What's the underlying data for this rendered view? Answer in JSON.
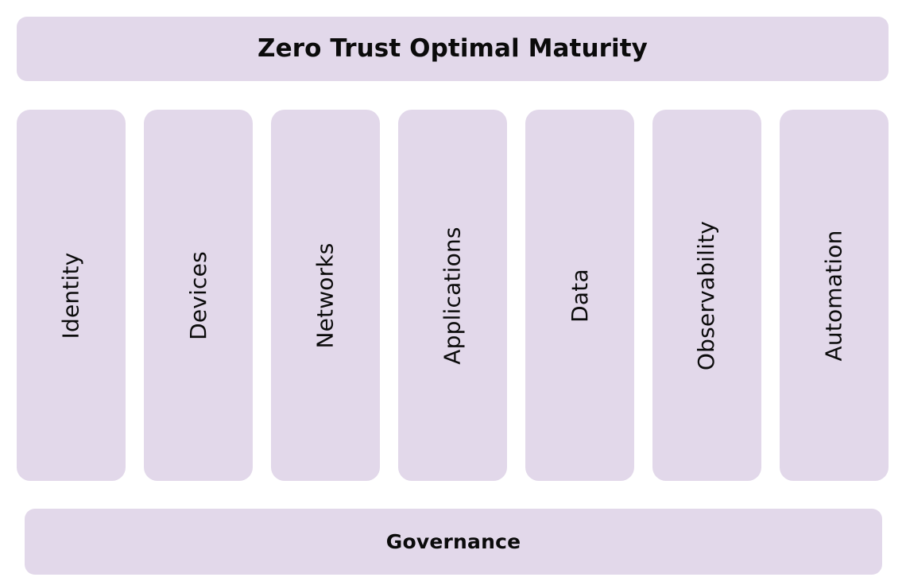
{
  "diagram": {
    "title": "Zero Trust Optimal Maturity",
    "footer": "Governance",
    "colors": {
      "panel_fill": "#E2D8EA",
      "text": "#0B0B0B",
      "background": "#FFFFFF"
    },
    "pillars": [
      {
        "label": "Identity"
      },
      {
        "label": "Devices"
      },
      {
        "label": "Networks"
      },
      {
        "label": "Applications"
      },
      {
        "label": "Data"
      },
      {
        "label": "Observability"
      },
      {
        "label": "Automation"
      }
    ]
  }
}
